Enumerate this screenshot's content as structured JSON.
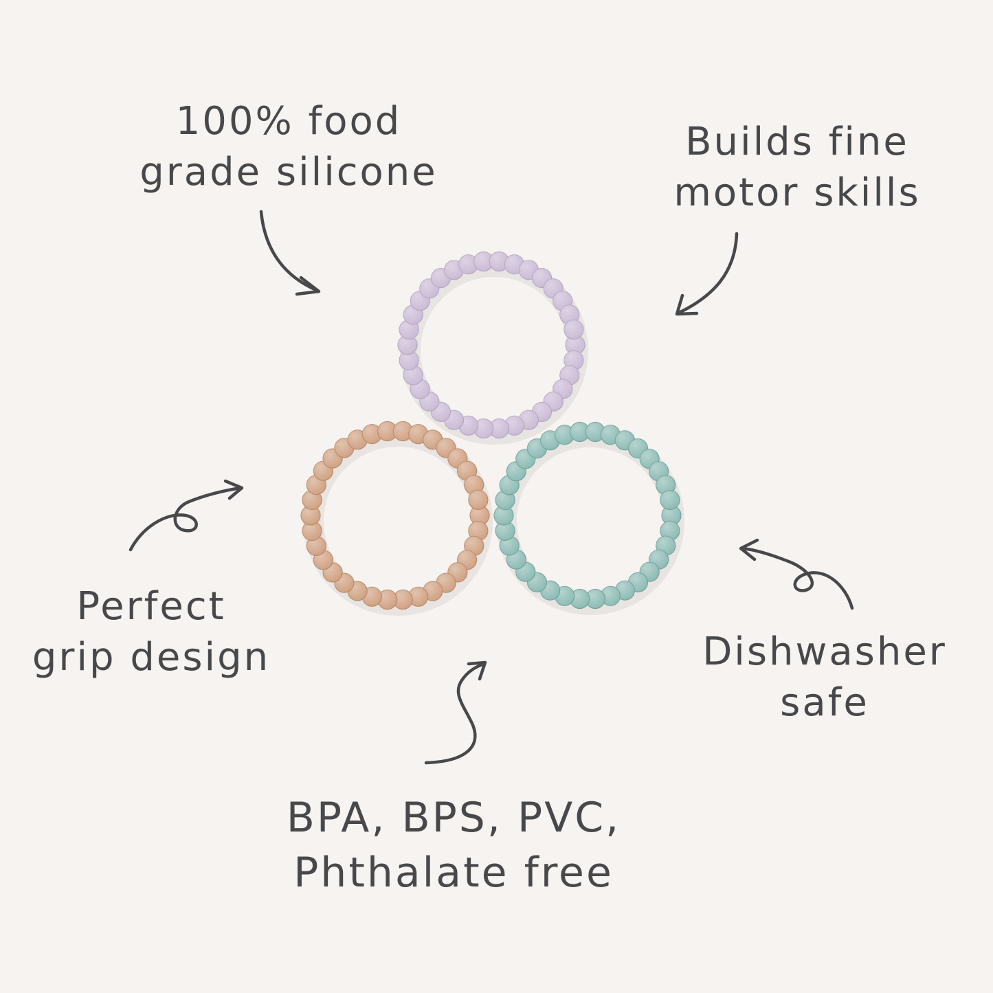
{
  "features": {
    "food_grade": {
      "line1": "100% food",
      "line2": "grade silicone"
    },
    "motor_skills": {
      "line1": "Builds fine",
      "line2": "motor skills"
    },
    "grip": {
      "line1": "Perfect",
      "line2": "grip design"
    },
    "dishwasher": {
      "line1": "Dishwasher",
      "line2": "safe"
    },
    "bpa_free": {
      "line1": "BPA, BPS, PVC,",
      "line2": "Phthalate free"
    }
  },
  "rings": [
    {
      "color": "#cbbcd6",
      "shade": "#b7a7c4"
    },
    {
      "color": "#d1a384",
      "shade": "#ba8a6b"
    },
    {
      "color": "#8fbcb6",
      "shade": "#74a39d"
    }
  ],
  "colors": {
    "background": "#f6f3f0",
    "ink": "#48484a"
  }
}
